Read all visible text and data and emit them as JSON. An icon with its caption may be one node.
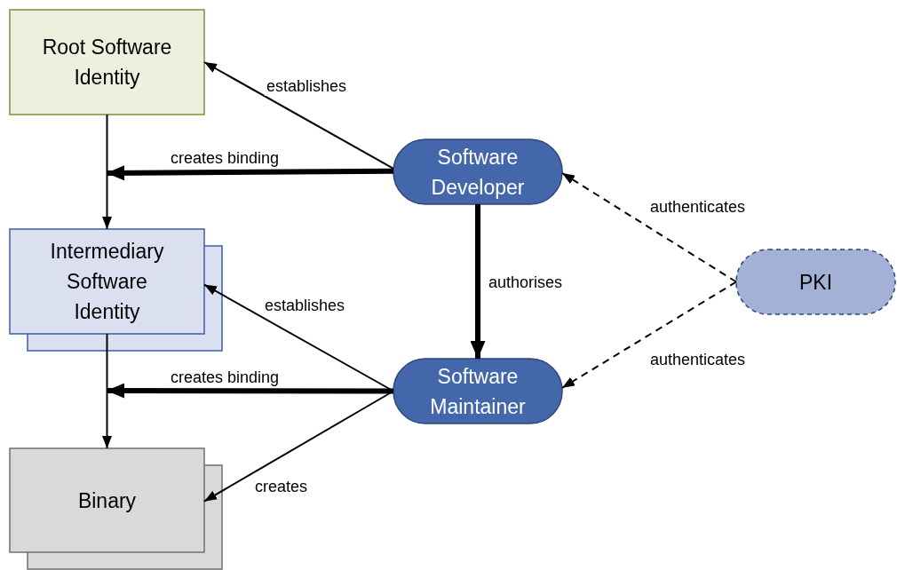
{
  "diagram": {
    "nodes": [
      {
        "text": [
          "Root Software Identity"
        ]
      },
      {
        "text": [
          "Intermediary Software Identity"
        ]
      },
      {
        "text": [
          "Binary"
        ]
      },
      {
        "text": [
          "Software Developer"
        ]
      },
      {
        "text": [
          "Software Maintainer"
        ]
      },
      {
        "text": [
          "PKI"
        ]
      }
    ],
    "edges": [
      {
        "from": 3,
        "to": 0,
        "arrow": "to",
        "label": "establishes"
      },
      {
        "from": 3,
        "to": null,
        "arrow": "to",
        "label": "creates binding",
        "style": "thick"
      },
      {
        "from": 0,
        "to": 1,
        "arrow": "to"
      },
      {
        "from": 3,
        "to": 4,
        "arrow": "to",
        "label": "authorises",
        "style": "thick"
      },
      {
        "from": 5,
        "to": 3,
        "arrow": "to",
        "label": "authenticates",
        "style": "dashed"
      },
      {
        "from": 5,
        "to": 4,
        "arrow": "to",
        "label": "authenticates",
        "style": "dashed"
      },
      {
        "from": 4,
        "to": 1,
        "arrow": "to",
        "label": "establishes"
      },
      {
        "from": 4,
        "to": null,
        "arrow": "to",
        "label": "creates binding",
        "style": "thick"
      },
      {
        "from": 1,
        "to": 2,
        "arrow": "to"
      },
      {
        "from": 4,
        "to": 2,
        "arrow": "to",
        "label": "creates"
      }
    ]
  }
}
